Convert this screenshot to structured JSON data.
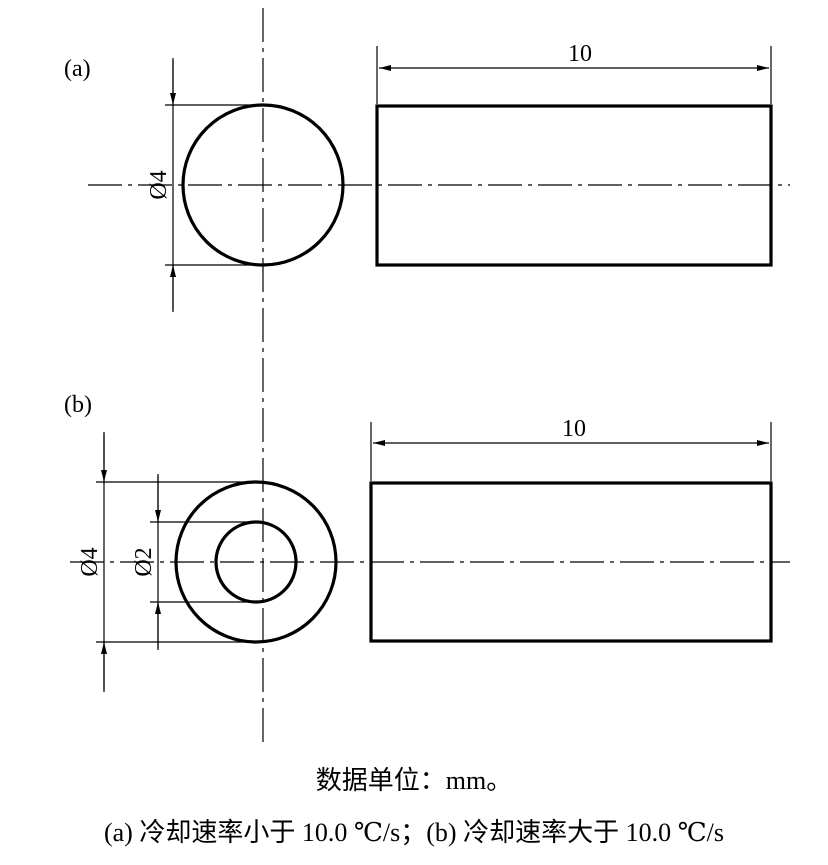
{
  "panels": {
    "a": {
      "label": "(a)",
      "length_dim": "10",
      "outer_dia_dim": "Ø4"
    },
    "b": {
      "label": "(b)",
      "length_dim": "10",
      "outer_dia_dim": "Ø4",
      "inner_dia_dim": "Ø2"
    }
  },
  "caption": {
    "units": "数据单位：mm。",
    "legend": "(a) 冷却速率小于 10.0 ℃/s；(b) 冷却速率大于 10.0 ℃/s"
  }
}
